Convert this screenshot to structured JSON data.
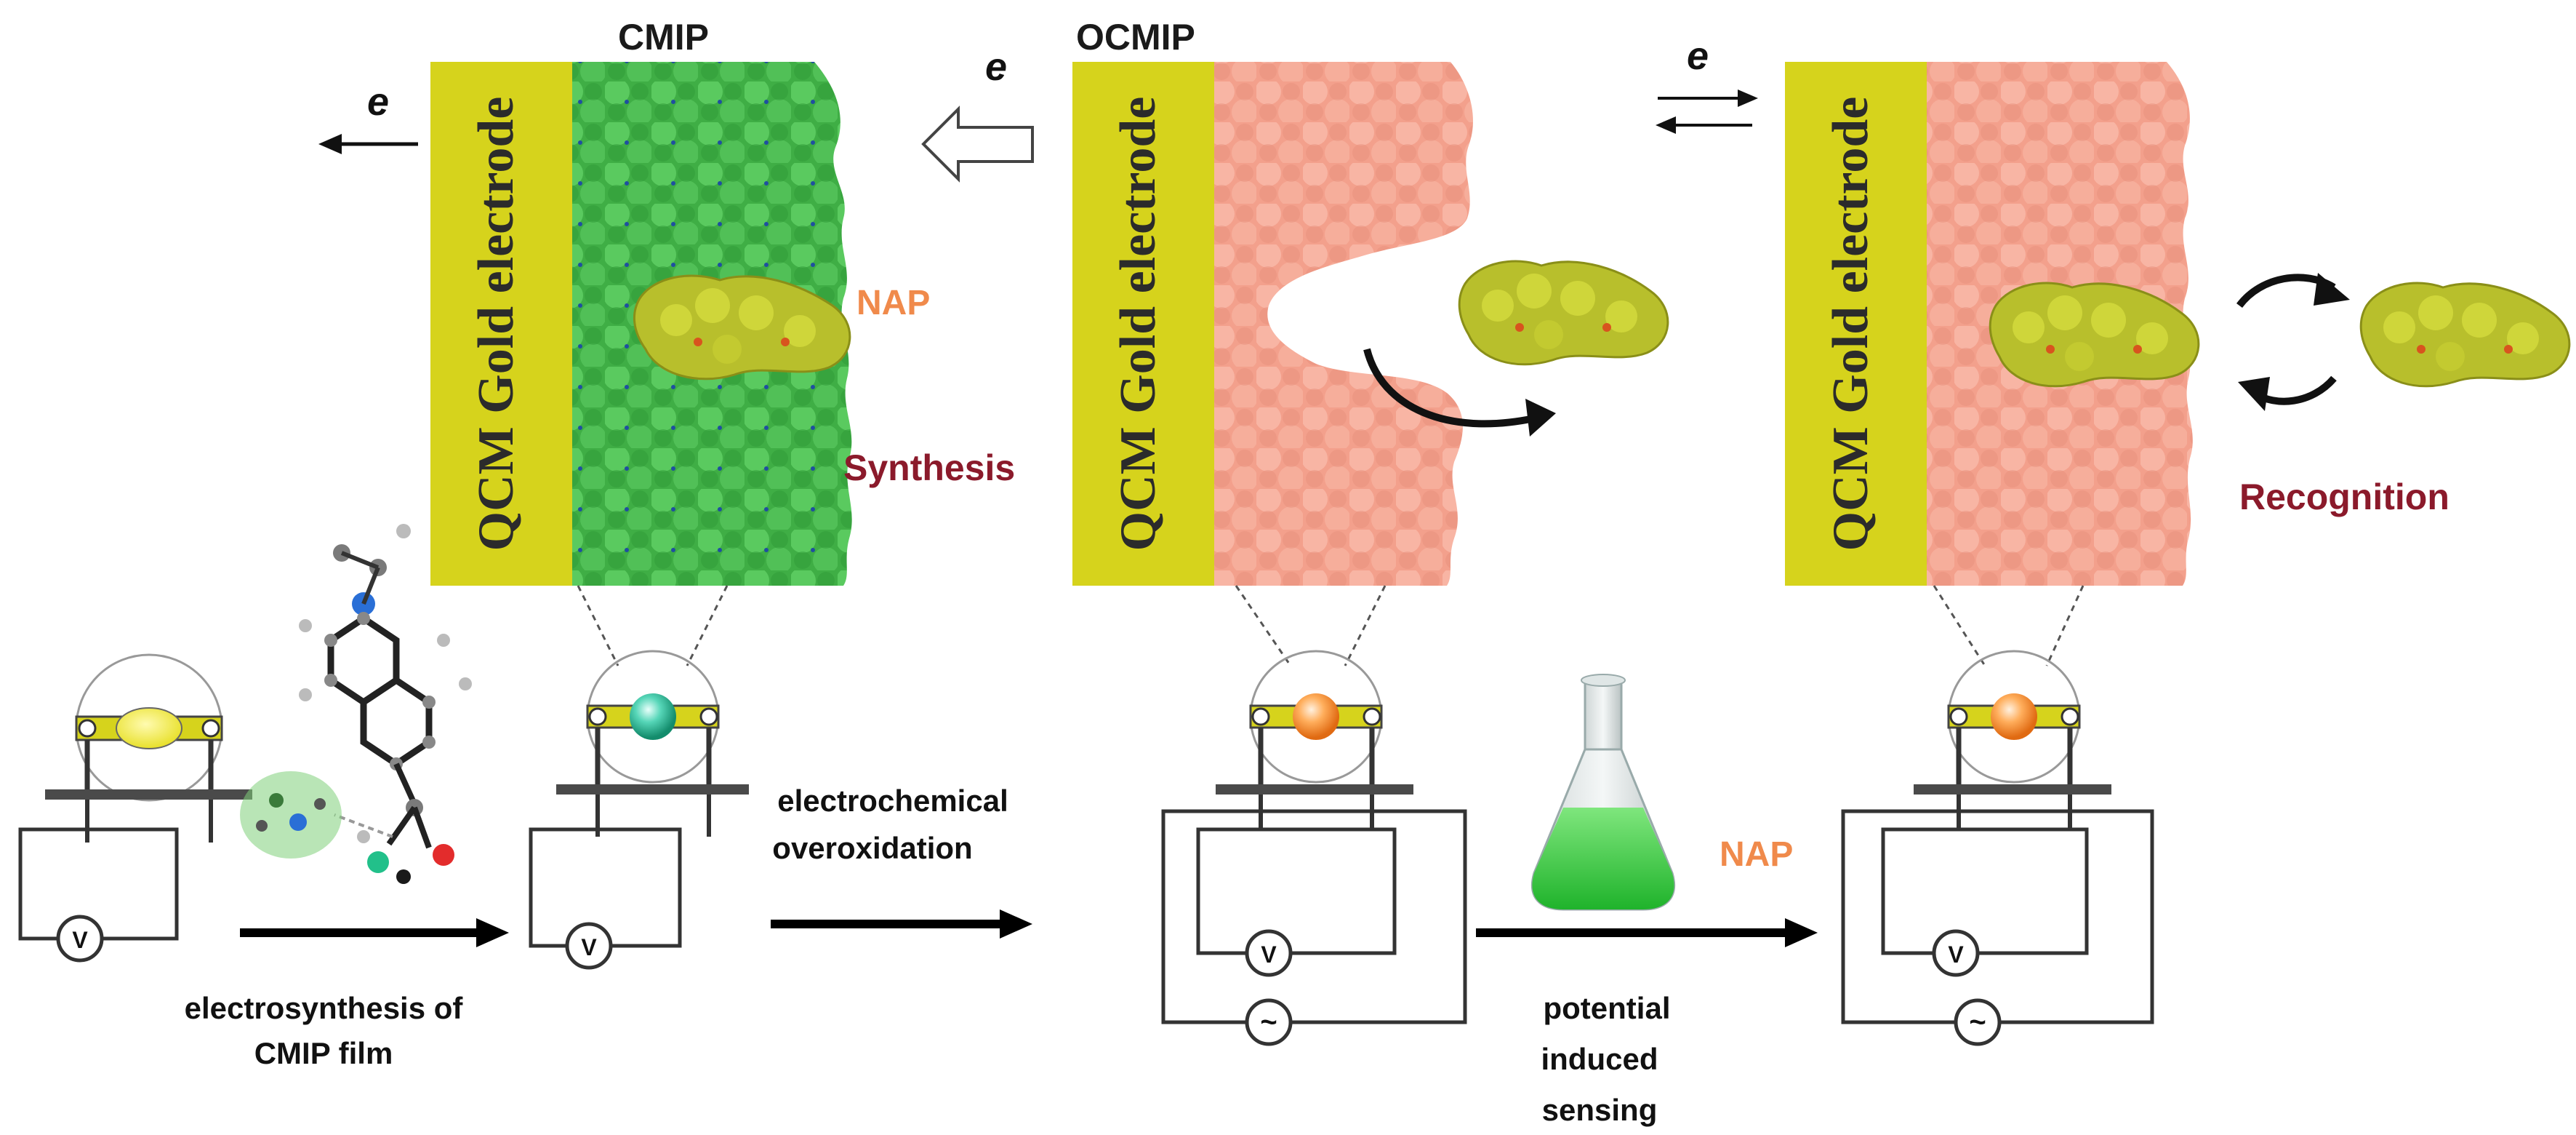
{
  "labels": {
    "cmip": "CMIP",
    "ocmip": "OCMIP",
    "electron": "e",
    "nap": "NAP",
    "synthesis": "Synthesis",
    "recognition": "Recognition",
    "electrode": "QCM Gold electrode",
    "electrosynthesis": [
      "electrosynthesis of",
      "CMIP film"
    ],
    "overoxidation": [
      "electrochemical",
      "overoxidation"
    ],
    "sensing": [
      "potential",
      "induced",
      "sensing"
    ],
    "voltmeter": "V",
    "ac_source": "~"
  },
  "colors": {
    "electrode": "#d9d51a",
    "cmip_film": "#3cb043",
    "ocmip_film": "#f5a693",
    "nap_molecule": "#b9c52a",
    "nap_text": "#f08a4b",
    "dark_red_text": "#8b1a2b",
    "flask_liquid": "#2fc43a"
  }
}
